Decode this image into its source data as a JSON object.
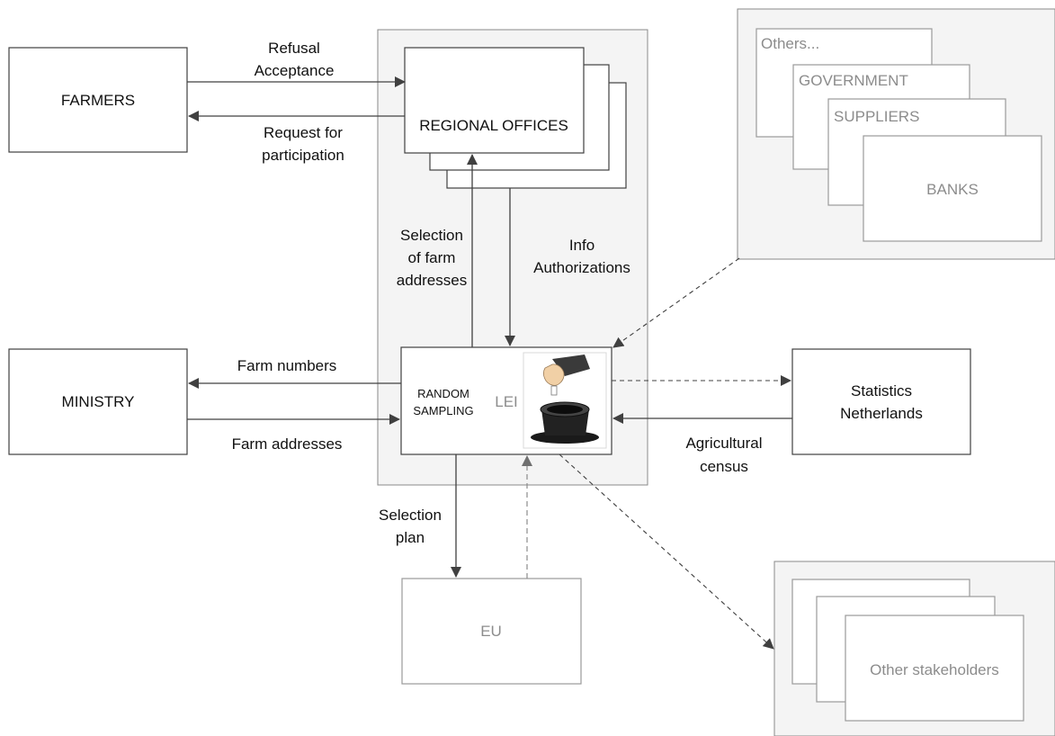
{
  "nodes": {
    "farmers": "FARMERS",
    "regional_offices": "REGIONAL OFFICES",
    "ministry": "MINISTRY",
    "random_sampling_line1": "RANDOM",
    "random_sampling_line2": "SAMPLING",
    "lei": "LEI",
    "statistics_line1": "Statistics",
    "statistics_line2": "Netherlands",
    "eu": "EU",
    "others": "Others...",
    "government": "GOVERNMENT",
    "suppliers": "SUPPLIERS",
    "banks": "BANKS",
    "other_stakeholders": "Other stakeholders"
  },
  "edges": {
    "refusal": "Refusal",
    "acceptance": "Acceptance",
    "request_for": "Request for",
    "participation": "participation",
    "selection": "Selection",
    "of_farm": "of farm",
    "addresses": "addresses",
    "info": "Info",
    "authorizations": "Authorizations",
    "farm_numbers": "Farm numbers",
    "farm_addresses": "Farm addresses",
    "agricultural": "Agricultural",
    "census": "census",
    "selection_plan_1": "Selection",
    "selection_plan_2": "plan"
  },
  "icons": {
    "hat": "magic-hat-icon"
  }
}
